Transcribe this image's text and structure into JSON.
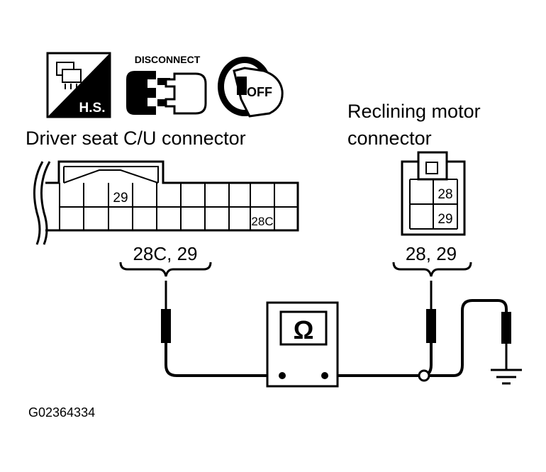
{
  "icons": {
    "hs_label": "H.S.",
    "disconnect_label": "DISCONNECT",
    "ignition_label": "OFF"
  },
  "driver_connector": {
    "title": "Driver seat C/U connector",
    "cell_29": "29",
    "cell_28c": "28C",
    "terminals_label": "28C, 29"
  },
  "reclining_connector": {
    "title_line1": "Reclining motor",
    "title_line2": "connector",
    "cell_28": "28",
    "cell_29": "29",
    "terminals_label": "28, 29"
  },
  "meter": {
    "symbol": "Ω"
  },
  "figure_id": "G02364334"
}
